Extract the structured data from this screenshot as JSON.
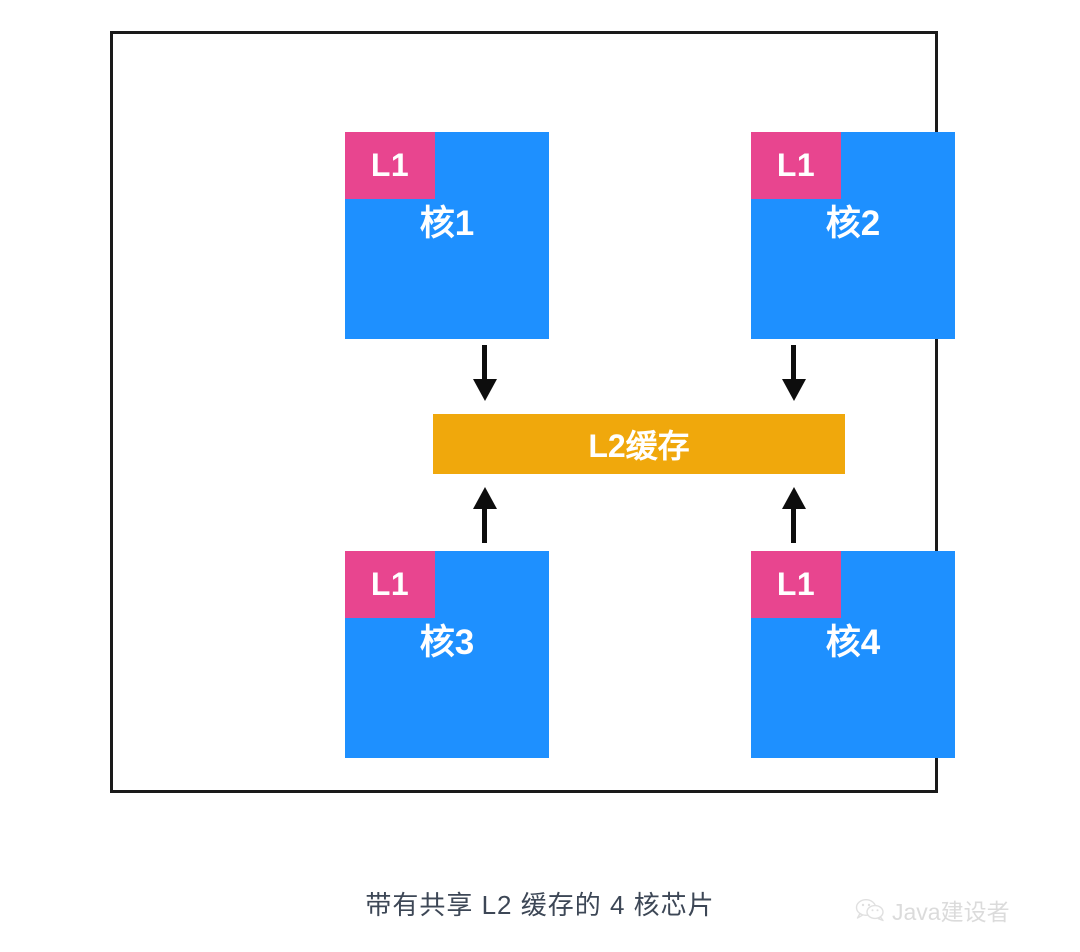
{
  "diagram": {
    "title": "带有共享 L2 缓存的 4 核芯片",
    "frame": {
      "name": "chip-package"
    },
    "cores": [
      {
        "id": "core-1",
        "label": "核1",
        "cache_label": "L1",
        "position": "top-left"
      },
      {
        "id": "core-2",
        "label": "核2",
        "cache_label": "L1",
        "position": "top-right"
      },
      {
        "id": "core-3",
        "label": "核3",
        "cache_label": "L1",
        "position": "bottom-left"
      },
      {
        "id": "core-4",
        "label": "核4",
        "cache_label": "L1",
        "position": "bottom-right"
      }
    ],
    "shared_cache": {
      "id": "l2-cache",
      "label": "L2缓存"
    },
    "connections": [
      {
        "from": "核1",
        "to": "L2缓存",
        "direction": "down"
      },
      {
        "from": "核2",
        "to": "L2缓存",
        "direction": "down"
      },
      {
        "from": "核3",
        "to": "L2缓存",
        "direction": "up"
      },
      {
        "from": "核4",
        "to": "L2缓存",
        "direction": "up"
      }
    ],
    "colors": {
      "core_blue": "#1E90FF",
      "l1_pink": "#E8458F",
      "l2_orange": "#F0A80C",
      "frame_border": "#1a1a1a",
      "caption_text": "#3d4756",
      "box_text": "#ffffff"
    }
  },
  "watermark": {
    "icon": "wechat-icon",
    "text": "Java建设者"
  }
}
